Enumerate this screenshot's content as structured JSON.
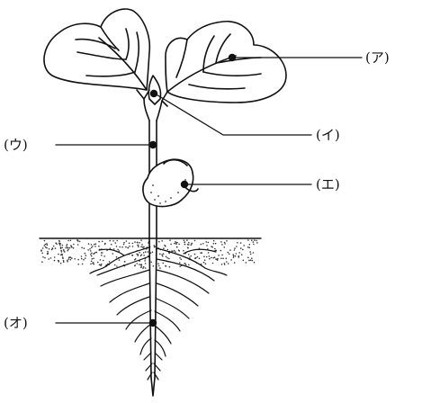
{
  "labels": {
    "a": "(ア)",
    "i": "(イ)",
    "u": "(ウ)",
    "e": "(エ)",
    "o": "(オ)"
  }
}
